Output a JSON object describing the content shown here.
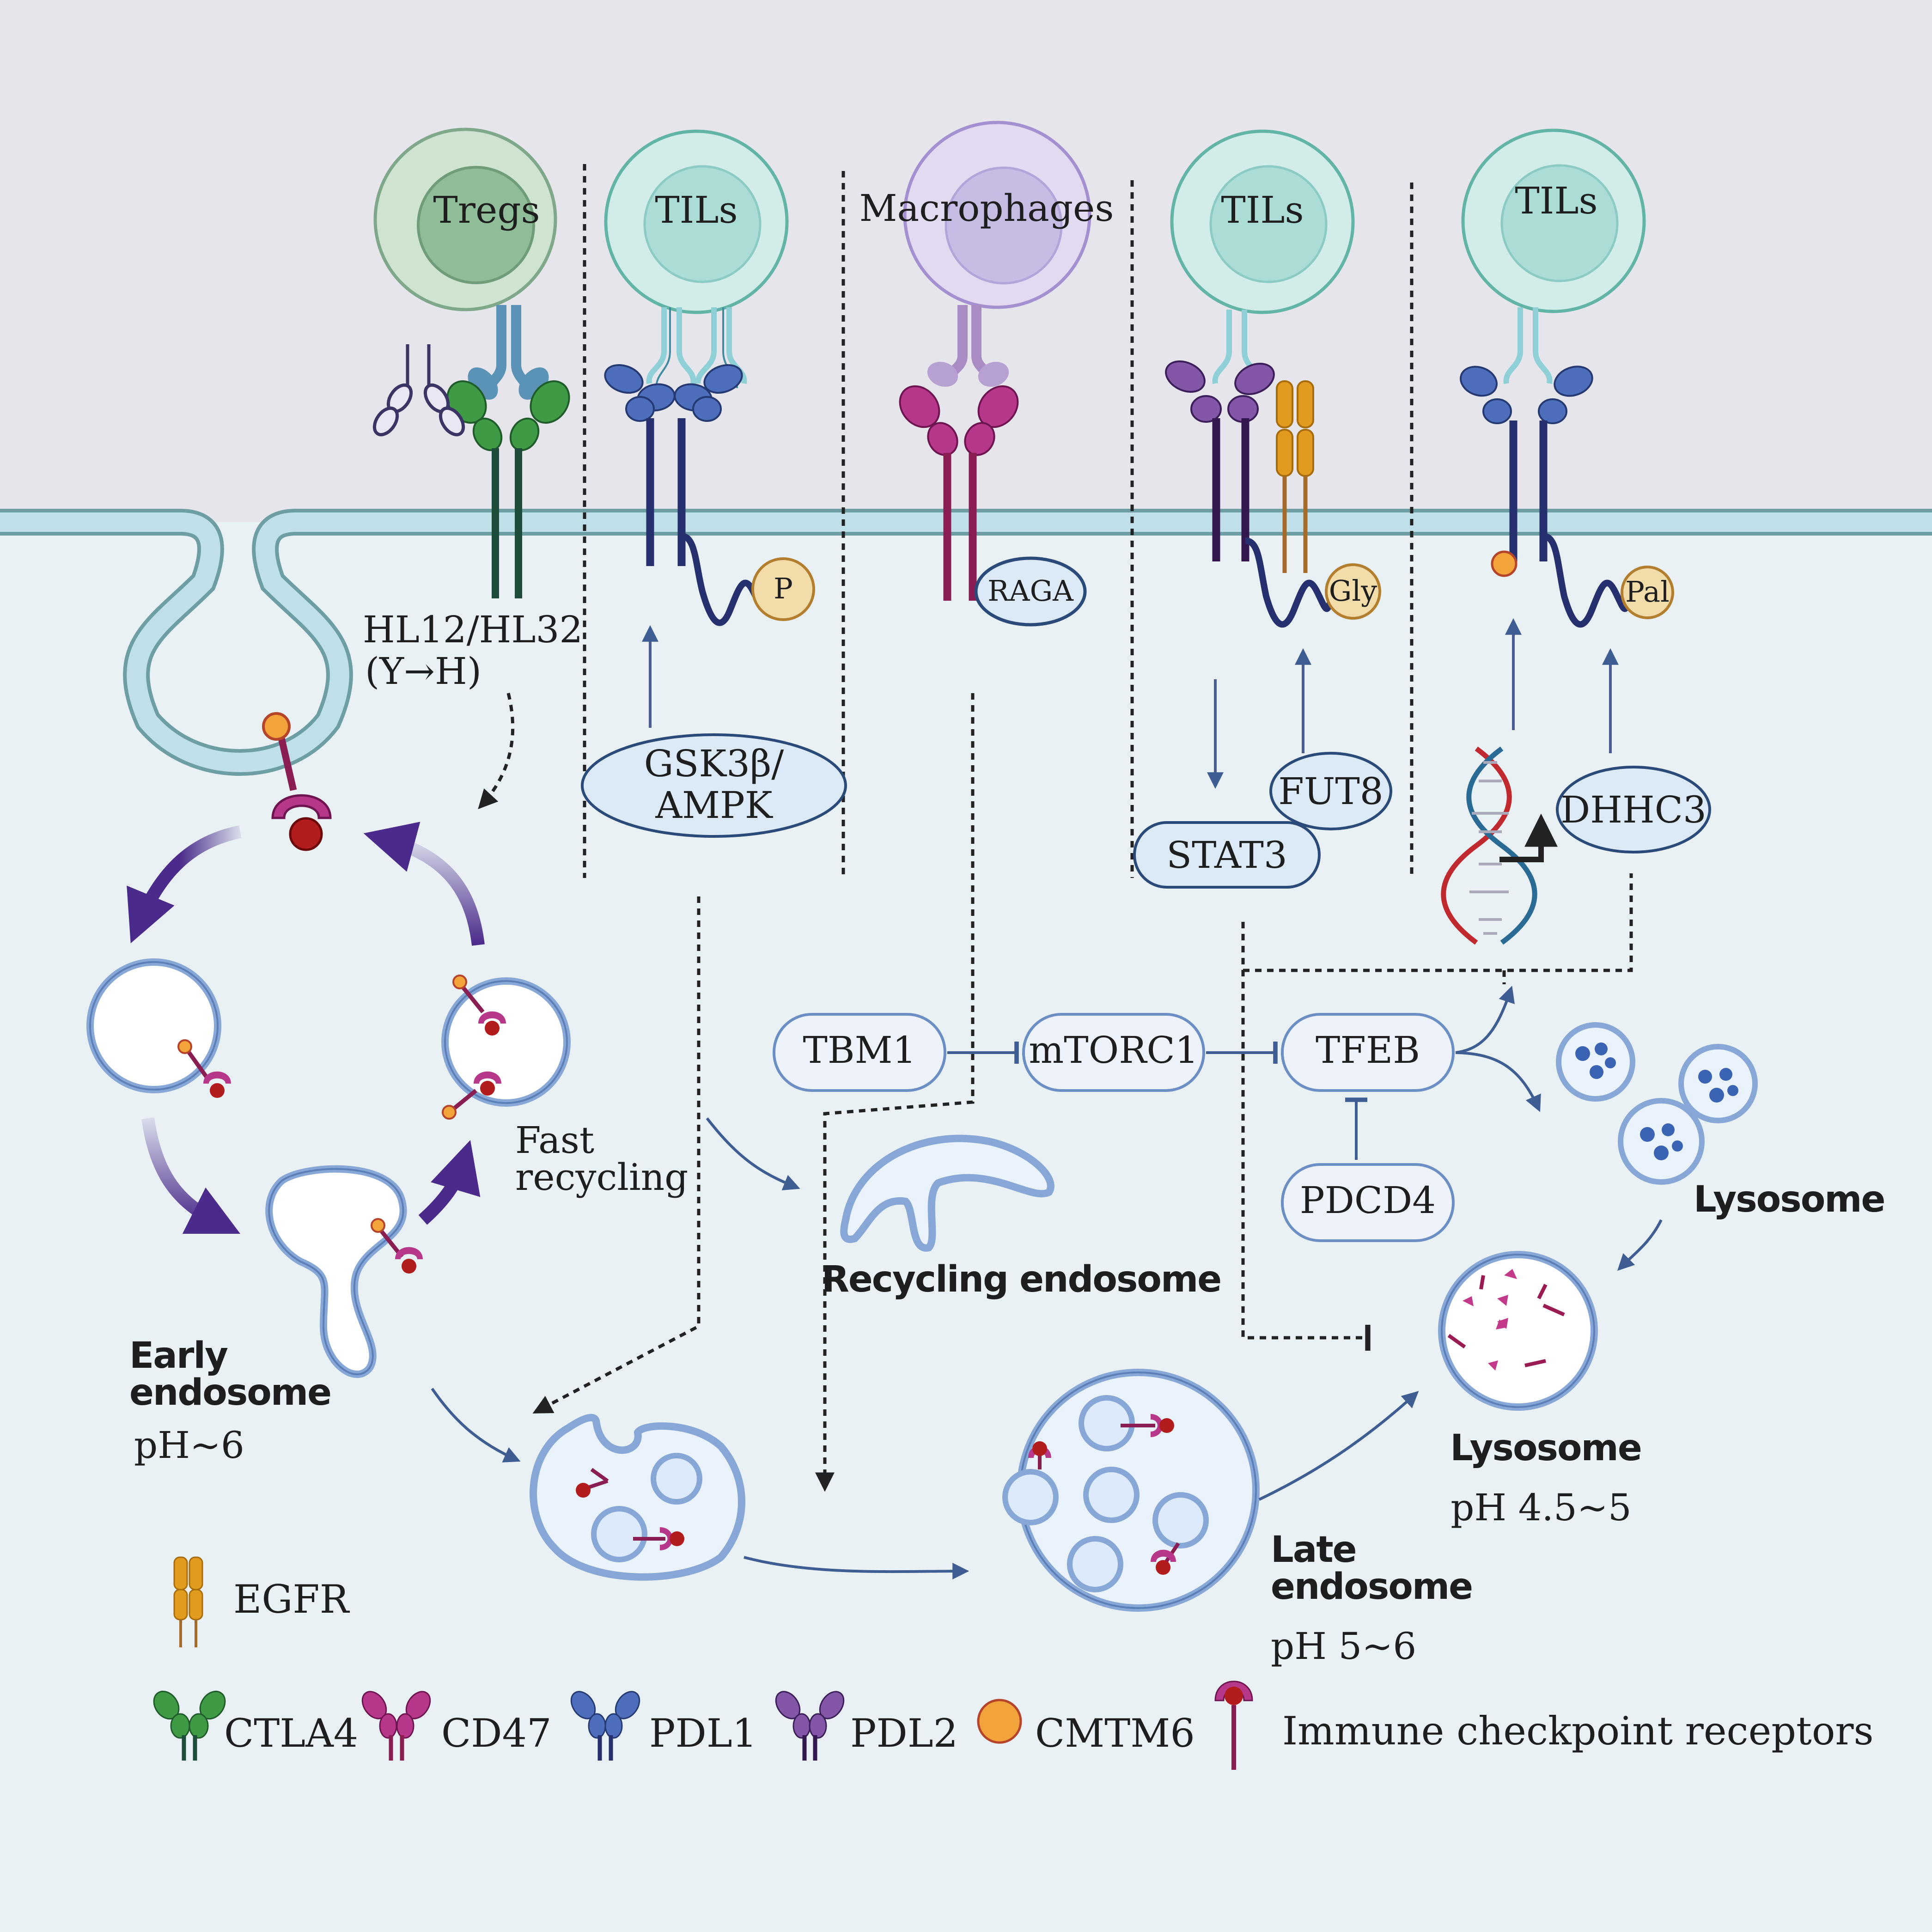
{
  "cells": [
    {
      "name": "Tregs"
    },
    {
      "name": "TILs"
    },
    {
      "name": "Macrophages"
    },
    {
      "name": "TILs"
    },
    {
      "name": "TILs"
    }
  ],
  "labels": {
    "mutation_line1": "HL12/HL32",
    "mutation_line2": "(Y→H)",
    "phospho": "P",
    "raga": "RAGA",
    "gly": "Gly",
    "pal": "Pal",
    "gsk_line1": "GSK3β/",
    "gsk_line2": "AMPK",
    "fut8": "FUT8",
    "stat3": "STAT3",
    "dhhc3": "DHHC3",
    "tbm1": "TBM1",
    "mtorc1": "mTORC1",
    "tfeb": "TFEB",
    "pdcd4": "PDCD4",
    "fast_line1": "Fast",
    "fast_line2": "recycling",
    "recycling_endosome": "Recycling endosome",
    "lysosome_top": "Lysosome",
    "early_line1": "Early",
    "early_line2": "endosome",
    "early_ph": "pH~6",
    "late_line1": "Late",
    "late_line2": "endosome",
    "late_ph": "pH 5~6",
    "lysosome": "Lysosome",
    "lysosome_ph": "pH 4.5~5"
  },
  "legend": {
    "egfr": "EGFR",
    "ctla4": "CTLA4",
    "cd47": "CD47",
    "pdl1": "PDL1",
    "pdl2": "PDL2",
    "cmtm6": "CMTM6",
    "icr": "Immune checkpoint receptors"
  },
  "colors": {
    "extracellular": "#e6e5ec",
    "cytoplasm": "#e9f1f5",
    "membrane": "#7fb0b4",
    "ctla4": "#3f9a45",
    "cd47": "#b7378a",
    "pdl1": "#4d6fbb",
    "pdl2": "#8456a8",
    "cmtm6": "#f2a43a",
    "egfr": "#e19b1f",
    "receptor": "#9a1b52",
    "arrow_purple": "#4a2a8a",
    "arrow_blue": "#3e5e93"
  }
}
